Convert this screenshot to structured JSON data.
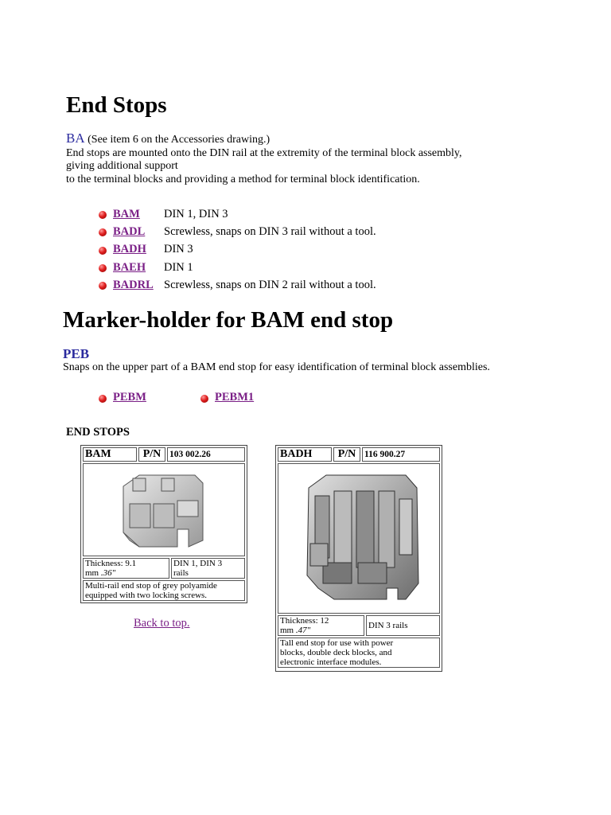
{
  "end_stops": {
    "title": "End Stops",
    "code": "BA",
    "code_note": " (See item 6 on the Accessories drawing.)",
    "desc_line1": "End stops are mounted onto the DIN rail at the extremity of the terminal block assembly,",
    "desc_line2": "giving additional support",
    "desc_line3": "to the terminal blocks and providing a method for terminal block identification.",
    "items": [
      {
        "code": "BAM",
        "desc": "DIN 1, DIN 3"
      },
      {
        "code": "BADL",
        "desc": "Screwless, snaps on DIN 3 rail without a tool."
      },
      {
        "code": "BADH",
        "desc": "DIN 3"
      },
      {
        "code": "BAEH",
        "desc": "DIN 1"
      },
      {
        "code": "BADRL",
        "desc": "Screwless, snaps on DIN 2 rail without a tool."
      }
    ]
  },
  "marker_holder": {
    "title": "Marker-holder for BAM end stop",
    "code": "PEB",
    "desc": "Snaps on the upper part of a BAM end stop for easy identification of terminal block assemblies.",
    "links": [
      "PEBM",
      "PEBM1"
    ]
  },
  "catalog": {
    "heading": "END STOPS",
    "cards": [
      {
        "name": "BAM",
        "pn_label": "P/N",
        "pn": "103 002.26",
        "thickness_a": "Thickness: 9.1",
        "thickness_b": "mm",
        "thickness_in": ".36\"",
        "rails_a": "DIN 1, DIN 3",
        "rails_b": "rails",
        "desc_a": "Multi-rail end stop of grey polyamide",
        "desc_b": "equipped with two locking screws."
      },
      {
        "name": "BADH",
        "pn_label": "P/N",
        "pn": "116 900.27",
        "thickness_a": "Thickness: 12",
        "thickness_b": "mm",
        "thickness_in": ".47\"",
        "rails_a": "DIN 3 rails",
        "desc_a": "Tall end stop for use with power",
        "desc_b": "blocks, double deck blocks, and",
        "desc_c": "electronic interface modules."
      }
    ],
    "back_link": "Back to top."
  }
}
